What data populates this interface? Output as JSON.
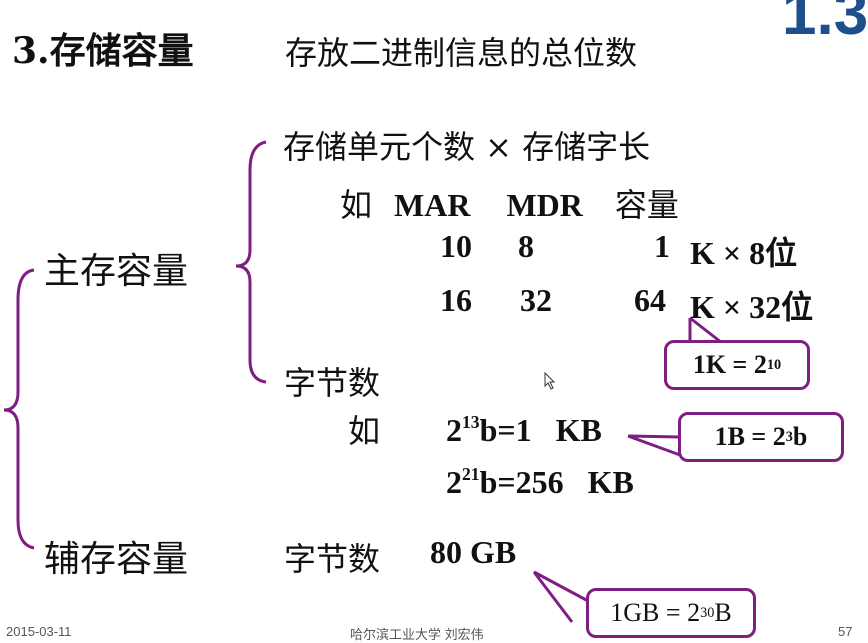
{
  "slide": {
    "corner_section": "1.3",
    "title": {
      "number_label": "3.存储容量",
      "definition": "存放二进制信息的总位数"
    },
    "main_memory": {
      "label": "主存容量",
      "formula": "存储单元个数 × 存储字长",
      "example_header": {
        "prefix": "如",
        "col1": "MAR",
        "col2": "MDR",
        "col3": "容量"
      },
      "rows": [
        {
          "mar": "10",
          "mdr": "8",
          "capacity_num": "1",
          "capacity_unit": "K × 8位"
        },
        {
          "mar": "16",
          "mdr": "32",
          "capacity_num": "64",
          "capacity_unit": "K × 32位"
        }
      ],
      "callout_k": {
        "base": "1K = 2",
        "exp": "10"
      },
      "byte_count_label": "字节数",
      "byte_examples_prefix": "如",
      "byte_examples": [
        {
          "base": "2",
          "exp": "13",
          "rest": "b=1   KB"
        },
        {
          "base": "2",
          "exp": "21",
          "rest": "b=256   KB"
        }
      ],
      "callout_b": {
        "base": "1B = 2",
        "exp": "3",
        "suffix": "b"
      }
    },
    "aux_memory": {
      "label": "辅存容量",
      "byte_count_label": "字节数",
      "value": "80 GB",
      "callout_gb": {
        "base": "1GB = 2",
        "exp": "30",
        "suffix": "B"
      }
    },
    "footer": {
      "date": "2015-03-11",
      "author": "哈尔滨工业大学  刘宏伟",
      "page": "57"
    },
    "colors": {
      "bracket": "#7f1e82",
      "corner_number": "#1f4e8c",
      "text": "#111111"
    }
  }
}
